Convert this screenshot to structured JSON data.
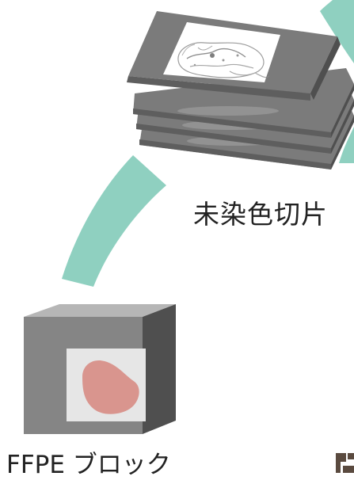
{
  "diagram": {
    "slides_label": "未染色切片",
    "block_label": "FFPE ブロック",
    "colors": {
      "arrow": "#8fd0c0",
      "slide_frame": "#7b7b7b",
      "slide_edge_dark": "#5e5e5e",
      "slide_window": "#ffffff",
      "cube_front": "#858585",
      "cube_top": "#b6b6b6",
      "cube_side": "#4f4f4f",
      "cube_window": "#e6e6e6",
      "tissue": "#d9958e",
      "corner_mark": "#5a4a3f"
    },
    "icons": [
      "curved-arrow",
      "slide-stack",
      "ffpe-block-cube",
      "tissue-section",
      "corner-mark"
    ]
  }
}
